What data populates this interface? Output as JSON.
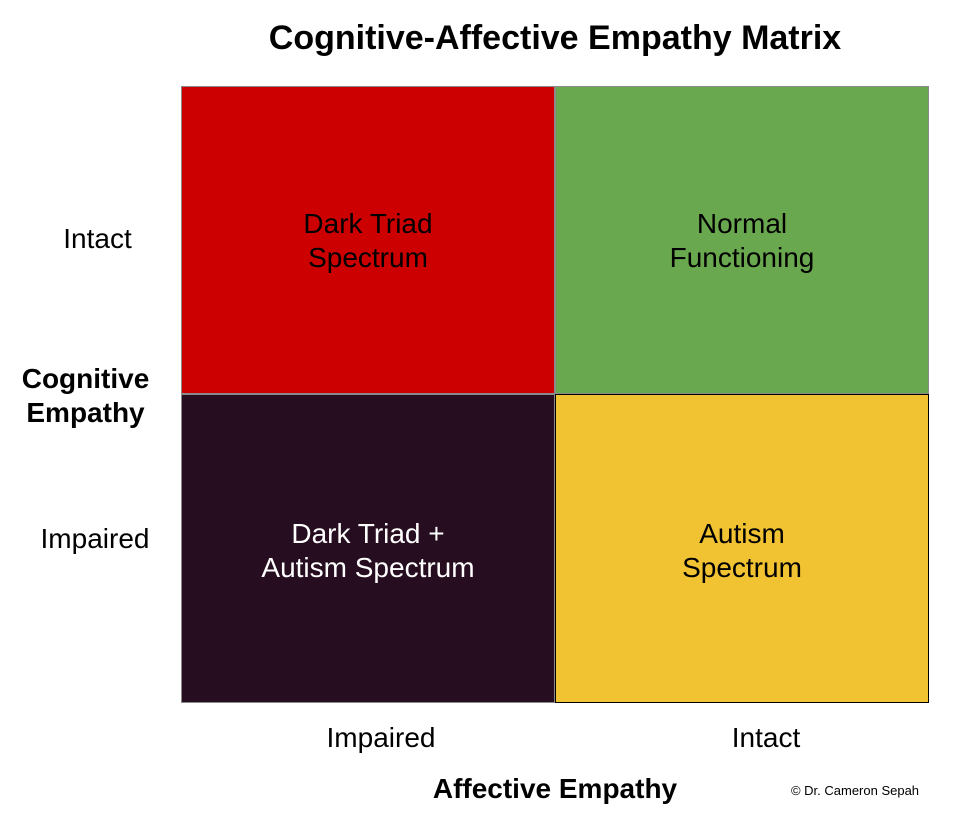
{
  "title": "Cognitive-Affective Empathy Matrix",
  "y_axis": {
    "title": "Cognitive\nEmpathy",
    "high_label": "Intact",
    "low_label": "Impaired"
  },
  "x_axis": {
    "title": "Affective Empathy",
    "low_label": "Impaired",
    "high_label": "Intact"
  },
  "quadrants": {
    "top_left": {
      "label": "Dark Triad\nSpectrum",
      "color": "#cc0000",
      "text_color": "#000000"
    },
    "top_right": {
      "label": "Normal\nFunctioning",
      "color": "#6aa84f",
      "text_color": "#000000"
    },
    "bottom_left": {
      "label": "Dark Triad +\nAutism Spectrum",
      "color": "#260d1f",
      "text_color": "#ffffff"
    },
    "bottom_right": {
      "label": "Autism\nSpectrum",
      "color": "#f1c232",
      "text_color": "#000000"
    }
  },
  "credit": "© Dr. Cameron Sepah"
}
